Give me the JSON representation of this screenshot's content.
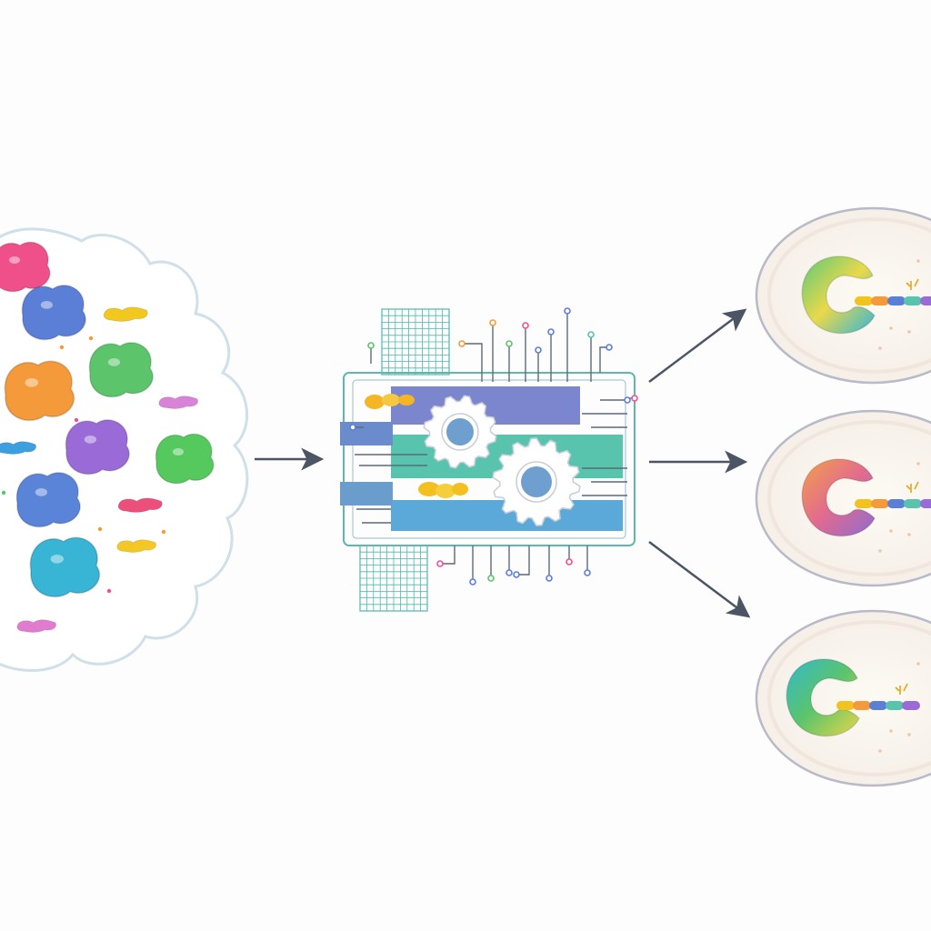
{
  "diagram": {
    "type": "pipeline",
    "stages": [
      "input-molecule-cloud",
      "processing-engine",
      "output-binding-cells"
    ],
    "text": [],
    "colors": {
      "background": "#fdfdfd",
      "cloud_outline": "#cfe0ea",
      "arrow": "#4b5563",
      "panel_blue": "#7b86cf",
      "panel_teal": "#58c4ad",
      "panel_cyan": "#5aa9d9",
      "gear": "#ffffff",
      "circuit": "#5a6b7a",
      "grid": "#4fb8ad",
      "cell_outline": "#b8b9c9",
      "cell_fill": "#fbf7f0"
    },
    "input_molecules": [
      {
        "shape": "blob",
        "color": "#f0508a"
      },
      {
        "shape": "blob",
        "color": "#5b7fd6"
      },
      {
        "shape": "chain",
        "color": "#f2c81f"
      },
      {
        "shape": "blob",
        "color": "#f59a3a"
      },
      {
        "shape": "blob",
        "color": "#5cc46b"
      },
      {
        "shape": "chain",
        "color": "#d883d8"
      },
      {
        "shape": "chain",
        "color": "#3b9fe0"
      },
      {
        "shape": "blob",
        "color": "#9a6bd6"
      },
      {
        "shape": "blob",
        "color": "#55c95e"
      },
      {
        "shape": "blob",
        "color": "#5a84d8"
      },
      {
        "shape": "chain",
        "color": "#ec4f7c"
      },
      {
        "shape": "chain",
        "color": "#f4c824"
      },
      {
        "shape": "blob",
        "color": "#38b4d4"
      },
      {
        "shape": "chain",
        "color": "#e07cd0"
      }
    ],
    "outputs": [
      {
        "receptor_gradient": [
          "#5bc97a",
          "#e9d94a",
          "#35b5d9"
        ],
        "ligand": [
          "#f2c21f",
          "#f59a3a",
          "#5b7fd6",
          "#58c4ad",
          "#9a6bd6"
        ]
      },
      {
        "receptor_gradient": [
          "#f2a04a",
          "#e26b8e",
          "#8e6ccf"
        ],
        "ligand": [
          "#f2c21f",
          "#f59a3a",
          "#5b7fd6",
          "#58c4ad",
          "#9a6bd6"
        ]
      },
      {
        "receptor_gradient": [
          "#33b9c9",
          "#5cc46b",
          "#e6d64a"
        ],
        "ligand": [
          "#f2c21f",
          "#f59a3a",
          "#5b7fd6",
          "#58c4ad",
          "#9a6bd6"
        ]
      }
    ]
  }
}
